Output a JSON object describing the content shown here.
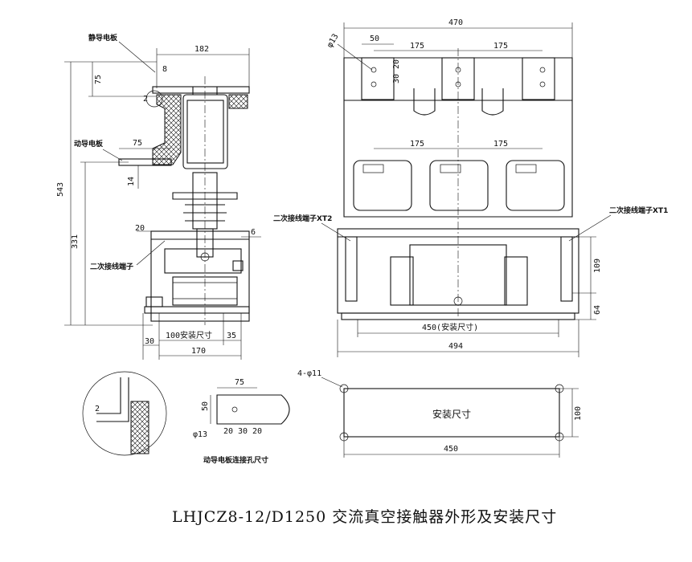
{
  "title": "LHJCZ8-12/D1250  交流真空接触器外形及安装尺寸",
  "front_view": {
    "label_static_plate": "静导电板",
    "label_moving_plate": "动导电板",
    "label_secondary": "二次接线端子",
    "dim_width_top": "182",
    "dim_8": "8",
    "dim_75_top": "75",
    "dim_2": "2",
    "dim_75_mid": "75",
    "dim_14": "14",
    "dim_543": "543",
    "dim_331": "331",
    "dim_20": "20",
    "dim_6": "6",
    "dim_100": "100安装尺寸",
    "dim_30": "30",
    "dim_35": "35",
    "dim_170": "170"
  },
  "side_view": {
    "dim_470": "470",
    "dim_phi13": "φ13",
    "dim_50": "50",
    "dim_175a": "175",
    "dim_175b": "175",
    "dim_30": "30",
    "dim_20": "20",
    "dim_175c": "175",
    "dim_175d": "175",
    "label_xt2": "二次接线端子XT2",
    "label_xt1": "二次接线端子XT1",
    "dim_109": "109",
    "dim_64": "64",
    "dim_450": "450(安装尺寸)",
    "dim_494": "494"
  },
  "detail_plate": {
    "dim_75": "75",
    "dim_50": "50",
    "dim_phi13": "φ13",
    "dim_20a": "20",
    "dim_30": "30",
    "dim_20b": "20",
    "caption": "动导电板连接孔尺寸"
  },
  "detail_corner": {
    "dim_2": "2"
  },
  "mounting": {
    "dim_holes": "4-φ11",
    "label": "安装尺寸",
    "dim_100": "100",
    "dim_450": "450"
  }
}
